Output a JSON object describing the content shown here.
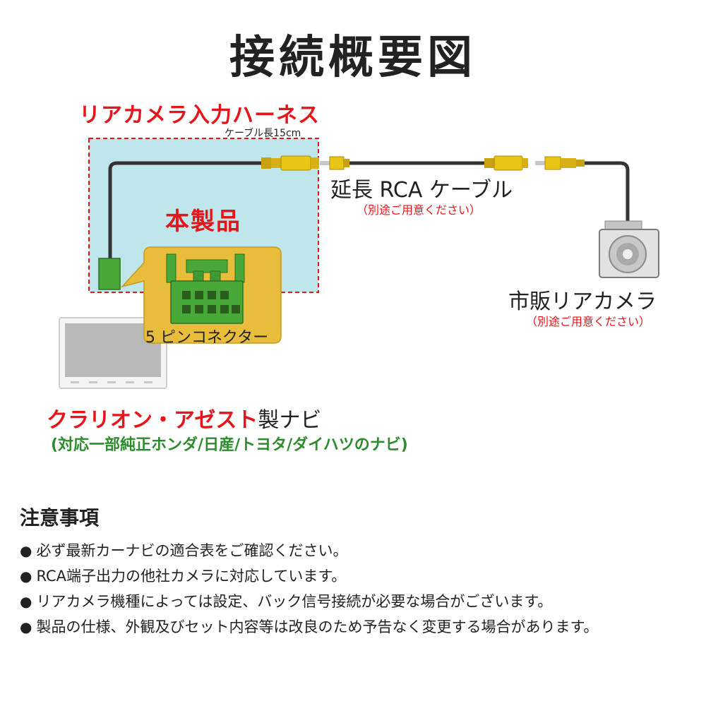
{
  "title": "接続概要図",
  "harness": {
    "title": "リアカメラ入力ハーネス",
    "cable_length": "ケーブル長15cm",
    "product_label": "本製品",
    "connector_label": "5 ピンコネクター"
  },
  "rca_cable": {
    "label": "延長 RCA ケーブル",
    "note": "（別途ご用意ください）"
  },
  "camera": {
    "label": "市販リアカメラ",
    "note": "（別途ご用意ください）"
  },
  "navi": {
    "brand": "クラリオン・アゼスト",
    "suffix": "製ナビ",
    "compat": "(対応一部純正ホンダ/日産/トヨタ/ダイハツのナビ)"
  },
  "notes": {
    "heading": "注意事項",
    "bullet": "●",
    "items": [
      "必ず最新カーナビの適合表をご確認ください。",
      "RCA端子出力の他社カメラに対応しています。",
      "リアカメラ機種によっては設定、バック信号接続が必要な場合がございます。",
      "製品の仕様、外観及びセット内容等は改良のため予告なく変更する場合があります。"
    ]
  },
  "colors": {
    "accent_red": "#e4161b",
    "highlight_green": "#2e8b2e",
    "harness_area": "#bfe6ea",
    "connector_bubble": "#e8bd3c",
    "connector_green": "#48a838",
    "rca_yellow": "#e9c515"
  }
}
